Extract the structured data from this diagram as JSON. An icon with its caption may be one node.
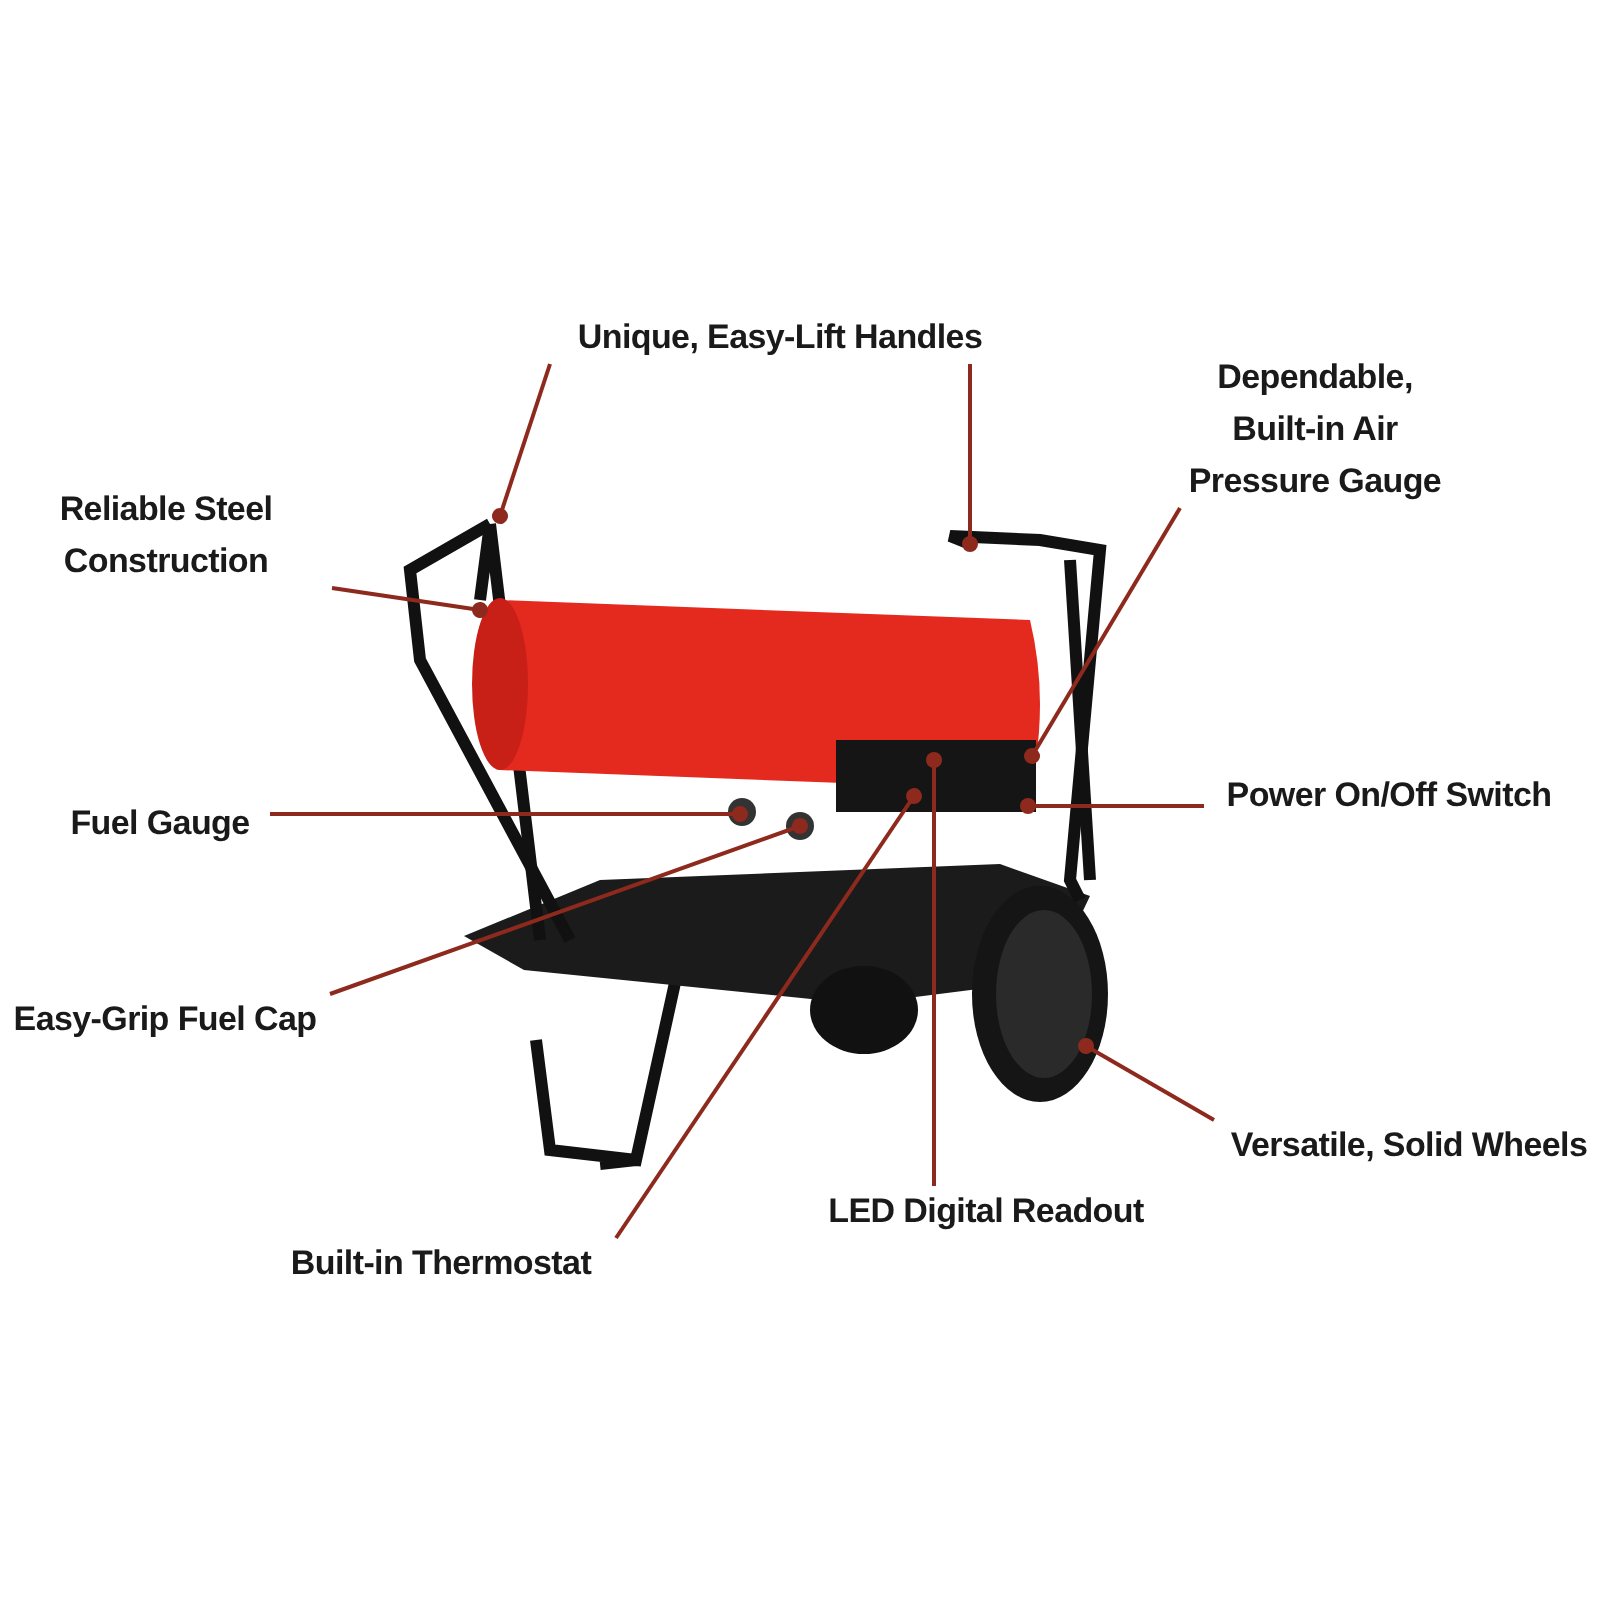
{
  "diagram": {
    "nodes": [
      {
        "text": [
          "Unique, Easy-Lift Handles"
        ]
      },
      {
        "text": [
          "Dependable, Built-in Air Pressure Gauge"
        ]
      },
      {
        "text": [
          "Reliable Steel Construction"
        ]
      },
      {
        "text": [
          "Fuel Gauge"
        ]
      },
      {
        "text": [
          "Power On/Off Switch"
        ]
      },
      {
        "text": [
          "Easy-Grip Fuel Cap"
        ]
      },
      {
        "text": [
          "Versatile, Solid Wheels"
        ]
      },
      {
        "text": [
          "LED Digital Readout"
        ]
      },
      {
        "text": [
          "Built-in Thermostat"
        ]
      }
    ],
    "edges": [
      {
        "from": 0,
        "to": null,
        "arrow": "other"
      },
      {
        "from": 0,
        "to": null,
        "arrow": "other"
      },
      {
        "from": 1,
        "to": null,
        "arrow": "other"
      },
      {
        "from": 2,
        "to": null,
        "arrow": "other"
      },
      {
        "from": 3,
        "to": null,
        "arrow": "other"
      },
      {
        "from": 4,
        "to": null,
        "arrow": "other"
      },
      {
        "from": 5,
        "to": null,
        "arrow": "other"
      },
      {
        "from": 6,
        "to": null,
        "arrow": "other"
      },
      {
        "from": 7,
        "to": null,
        "arrow": "other"
      },
      {
        "from": 8,
        "to": null,
        "arrow": "other"
      }
    ]
  }
}
